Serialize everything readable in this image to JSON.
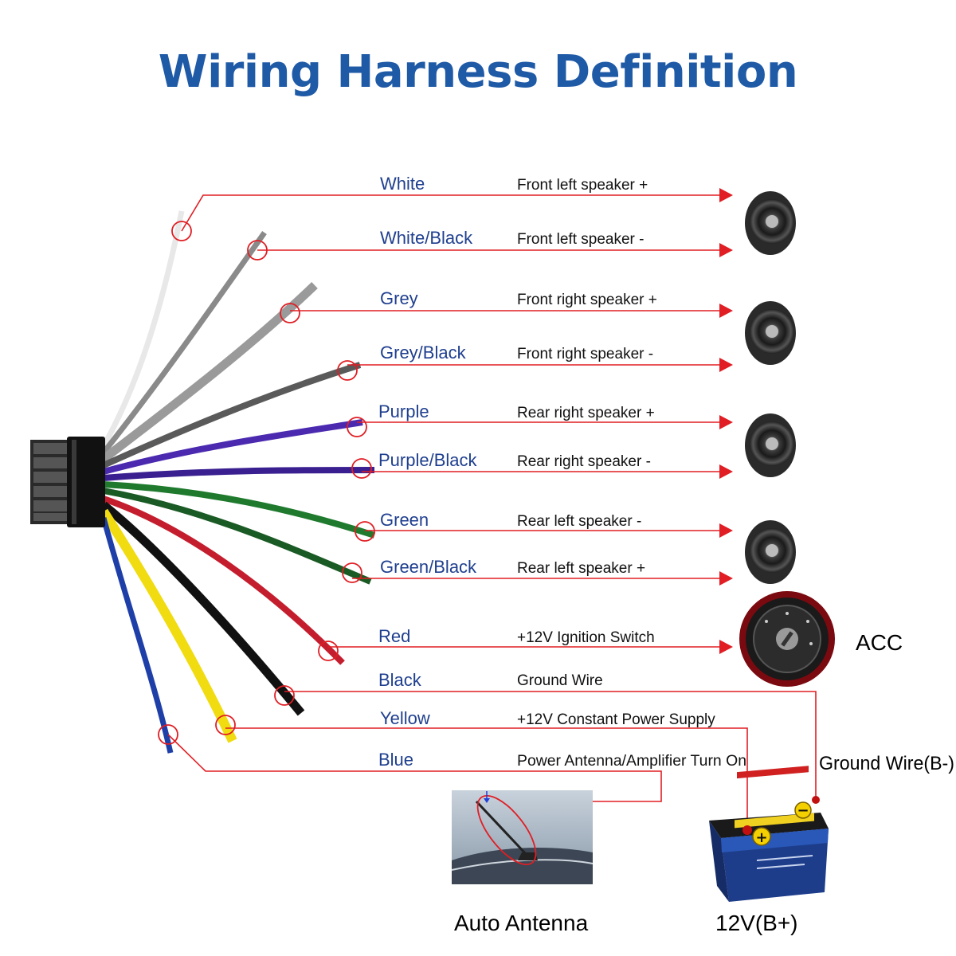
{
  "title": "Wiring Harness Definition",
  "wires": [
    {
      "color_name": "White",
      "function": "Front left speaker +",
      "wire_color": "#e8e8e8"
    },
    {
      "color_name": "White/Black",
      "function": "Front left speaker -",
      "wire_color": "#8a8a8a"
    },
    {
      "color_name": "Grey",
      "function": "Front right speaker +",
      "wire_color": "#9a9a9a"
    },
    {
      "color_name": "Grey/Black",
      "function": "Front right speaker -",
      "wire_color": "#5a5a5a"
    },
    {
      "color_name": "Purple",
      "function": "Rear right speaker +",
      "wire_color": "#4b2ab0"
    },
    {
      "color_name": "Purple/Black",
      "function": "Rear right speaker -",
      "wire_color": "#3a1f90"
    },
    {
      "color_name": "Green",
      "function": "Rear left speaker -",
      "wire_color": "#1f7a2e"
    },
    {
      "color_name": "Green/Black",
      "function": "Rear left speaker +",
      "wire_color": "#1a5a24"
    },
    {
      "color_name": "Red",
      "function": "+12V Ignition Switch",
      "wire_color": "#c41e2e"
    },
    {
      "color_name": "Black",
      "function": "Ground Wire",
      "wire_color": "#111111"
    },
    {
      "color_name": "Yellow",
      "function": "+12V Constant Power Supply",
      "wire_color": "#f0dc10"
    },
    {
      "color_name": "Blue",
      "function": "Power Antenna/Amplifier Turn On",
      "wire_color": "#1f3fa8"
    }
  ],
  "labels": {
    "acc": "ACC",
    "ground": "Ground Wire(B-)",
    "antenna": "Auto Antenna",
    "battery": "12V(B+)"
  },
  "colors": {
    "title": "#1f5aa6",
    "wire_name": "#1f3f8f",
    "leader": "#e01e24"
  }
}
